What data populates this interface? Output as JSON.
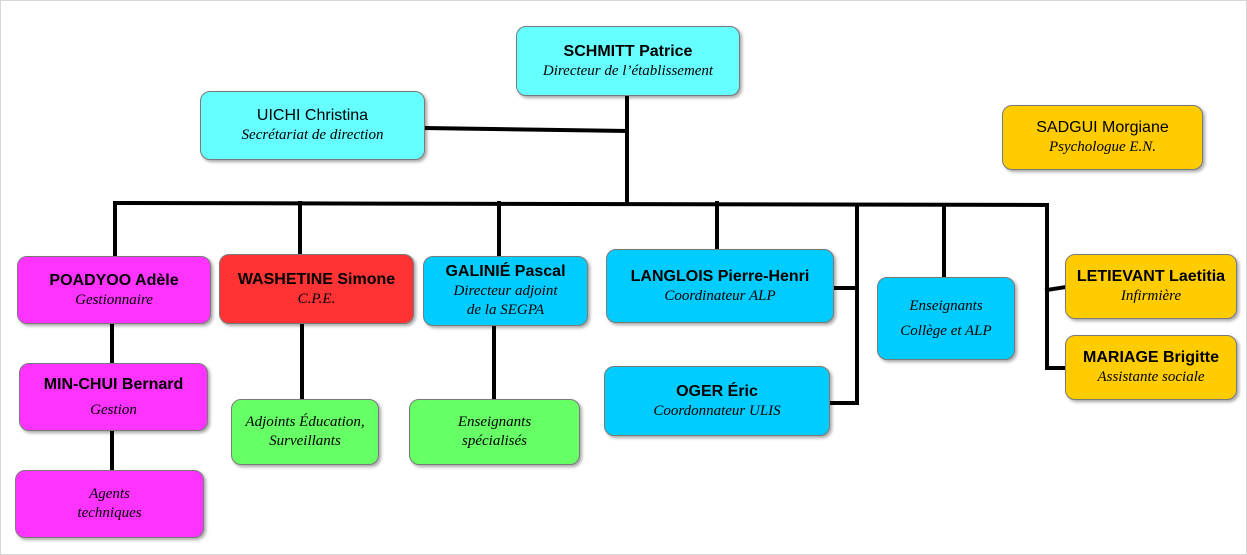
{
  "director": {
    "name": "SCHMITT Patrice",
    "role": "Directeur de l’établissement"
  },
  "secretariat": {
    "name": "UICHI Christina",
    "role": "Secrétariat de direction"
  },
  "psychologue": {
    "name": "SADGUI Morgiane",
    "role": "Psychologue E.N."
  },
  "gestionnaire": {
    "name": "POADYOO Adèle",
    "role": "Gestionnaire"
  },
  "gestion": {
    "name": "MIN-CHUI Bernard",
    "role": "Gestion"
  },
  "agents": {
    "line1": "Agents",
    "line2": "techniques"
  },
  "cpe": {
    "name": "WASHETINE Simone",
    "role": "C.P.E."
  },
  "adjoints_education": {
    "line1": "Adjoints Éducation,",
    "line2": "Surveillants"
  },
  "directeur_segpa": {
    "name": "GALINIÉ Pascal",
    "role_line1": "Directeur adjoint",
    "role_line2": "de la SEGPA"
  },
  "enseignants_specialises": {
    "line1": "Enseignants",
    "line2": "spécialisés"
  },
  "coordinateur_alp": {
    "name": "LANGLOIS Pierre-Henri",
    "role": "Coordinateur ALP"
  },
  "coordonnateur_ulis": {
    "name": "OGER Éric",
    "role": "Coordonnateur ULIS"
  },
  "enseignants": {
    "line1": "Enseignants",
    "line2": "Collège et ALP"
  },
  "infirmiere": {
    "name": "LETIEVANT Laetitia",
    "role": "Infirmière"
  },
  "assistante_sociale": {
    "name": "MARIAGE Brigitte",
    "role": "Assistante sociale"
  },
  "colors": {
    "cyan": "#66ffff",
    "blue": "#00ccff",
    "magenta": "#ff33ff",
    "red": "#ff3333",
    "green": "#66ff66",
    "gold": "#ffcc00",
    "line": "#000000"
  }
}
